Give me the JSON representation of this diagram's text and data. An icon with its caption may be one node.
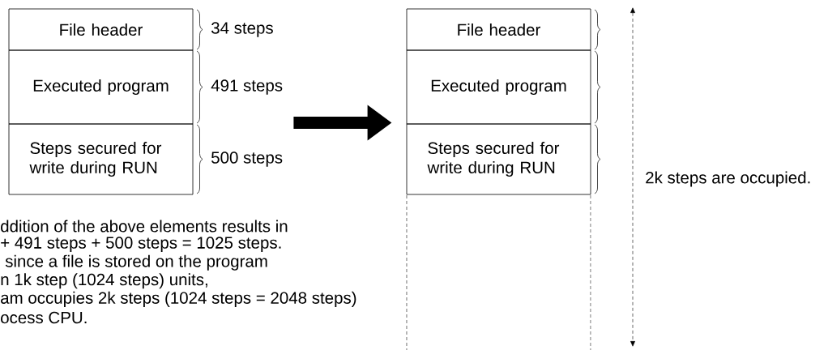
{
  "diagram": {
    "nodes": [
      {
        "text": [
          "File header"
        ],
        "beside": [
          "34 steps"
        ]
      },
      {
        "text": [
          "Executed program"
        ],
        "beside": [
          "491 steps"
        ]
      },
      {
        "text": [
          "Steps secured for write during RUN"
        ],
        "beside": [
          "500 steps"
        ]
      },
      {
        "text": [
          "File header"
        ]
      },
      {
        "text": [
          "Executed program"
        ]
      },
      {
        "text": [
          "Steps secured for write during RUN"
        ]
      }
    ],
    "edges": [
      {
        "from": 1,
        "to": 4,
        "arrow": "to"
      }
    ],
    "labels": [
      "2k steps are occupied.",
      "ddition of the above elements results in",
      "+ 491 steps + 500 steps = 1025 steps.",
      "since a file is stored on the program",
      "n 1k step (1024 steps) units,",
      "am occupies 2k steps (1024 steps = 2048 steps)",
      "ocess CPU."
    ]
  }
}
